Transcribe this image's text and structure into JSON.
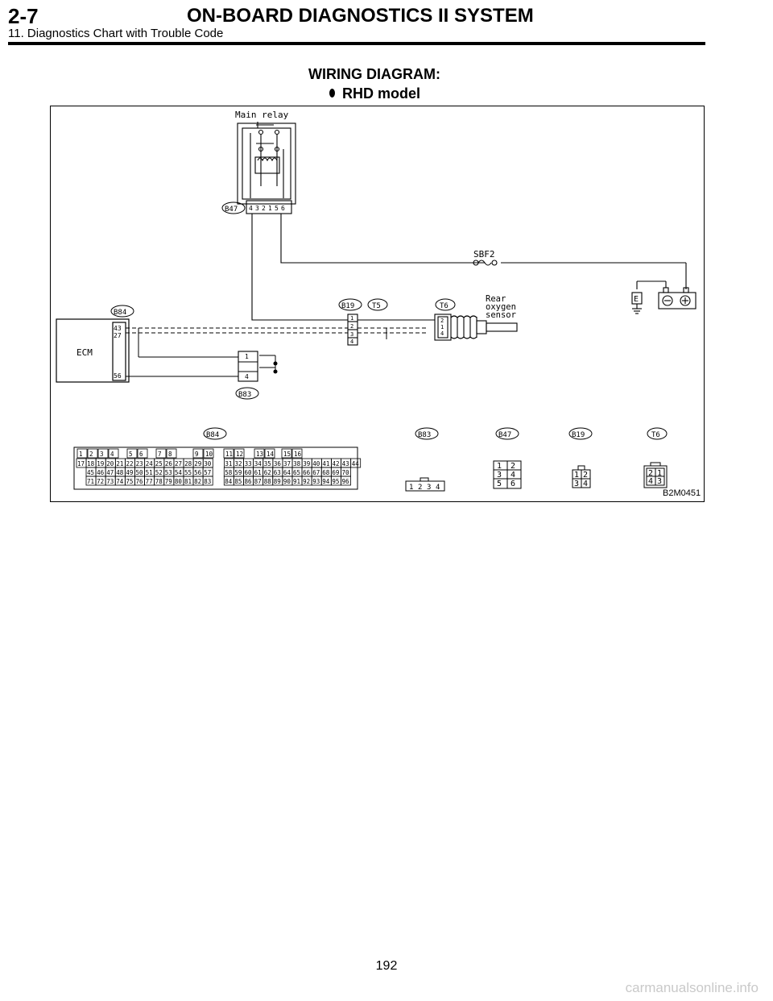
{
  "header": {
    "section_number": "2-7",
    "title": "ON-BOARD DIAGNOSTICS II SYSTEM",
    "subtitle": "11. Diagnostics Chart with Trouble Code"
  },
  "section": {
    "title": "WIRING DIAGRAM:",
    "bullet": "RHD model"
  },
  "diagram": {
    "main_relay_label": "Main relay",
    "fuse_label": "SBF2",
    "ground_label": "E",
    "ecm_label": "ECM",
    "sensor_label_lines": [
      "Rear",
      "oxygen",
      "sensor"
    ],
    "connectors": {
      "b47": "B47",
      "b84": "B84",
      "b83": "B83",
      "b19": "B19",
      "t5": "T5",
      "t6": "T6"
    },
    "b47_pins": [
      "4",
      "3",
      "2",
      "1",
      "5",
      "6"
    ],
    "ecm_pins": [
      "43",
      "27",
      "56"
    ],
    "b83_pins_top": [
      "1"
    ],
    "b83_pins_bottom": [
      "4"
    ],
    "b19_pins": [
      "1",
      "2",
      "3",
      "4"
    ],
    "t6_pins": [
      "2",
      "1",
      "4"
    ],
    "legend": {
      "b84_top": [
        "1",
        "2",
        "3",
        "4",
        "5",
        "6",
        "7",
        "8",
        "9",
        "10",
        "11",
        "12",
        "13",
        "14",
        "15",
        "16"
      ],
      "b84_row1": [
        "17",
        "18",
        "19",
        "20",
        "21",
        "22",
        "23",
        "24",
        "25",
        "26",
        "27",
        "28",
        "29",
        "30",
        "31",
        "32",
        "33",
        "34",
        "35",
        "36",
        "37",
        "38",
        "39",
        "40",
        "41",
        "42",
        "43",
        "44"
      ],
      "b84_row2": [
        "45",
        "46",
        "47",
        "48",
        "49",
        "50",
        "51",
        "52",
        "53",
        "54",
        "55",
        "56",
        "57",
        "58",
        "59",
        "60",
        "61",
        "62",
        "63",
        "64",
        "65",
        "66",
        "67",
        "68",
        "69",
        "70"
      ],
      "b84_row3": [
        "71",
        "72",
        "73",
        "74",
        "75",
        "76",
        "77",
        "78",
        "79",
        "80",
        "81",
        "82",
        "83",
        "84",
        "85",
        "86",
        "87",
        "88",
        "89",
        "90",
        "91",
        "92",
        "93",
        "94",
        "95",
        "96"
      ],
      "b83_pins": [
        "1",
        "2",
        "3",
        "4"
      ],
      "b47_pins": [
        "1",
        "2",
        "3",
        "4",
        "5",
        "6"
      ],
      "b19_pins": [
        "1",
        "2",
        "3",
        "4"
      ],
      "t6_pins": [
        "2",
        "1",
        "4",
        "3"
      ]
    },
    "figure_code": "B2M0451"
  },
  "footer": {
    "page_number": "192",
    "watermark": "carmanualsonline.info"
  }
}
